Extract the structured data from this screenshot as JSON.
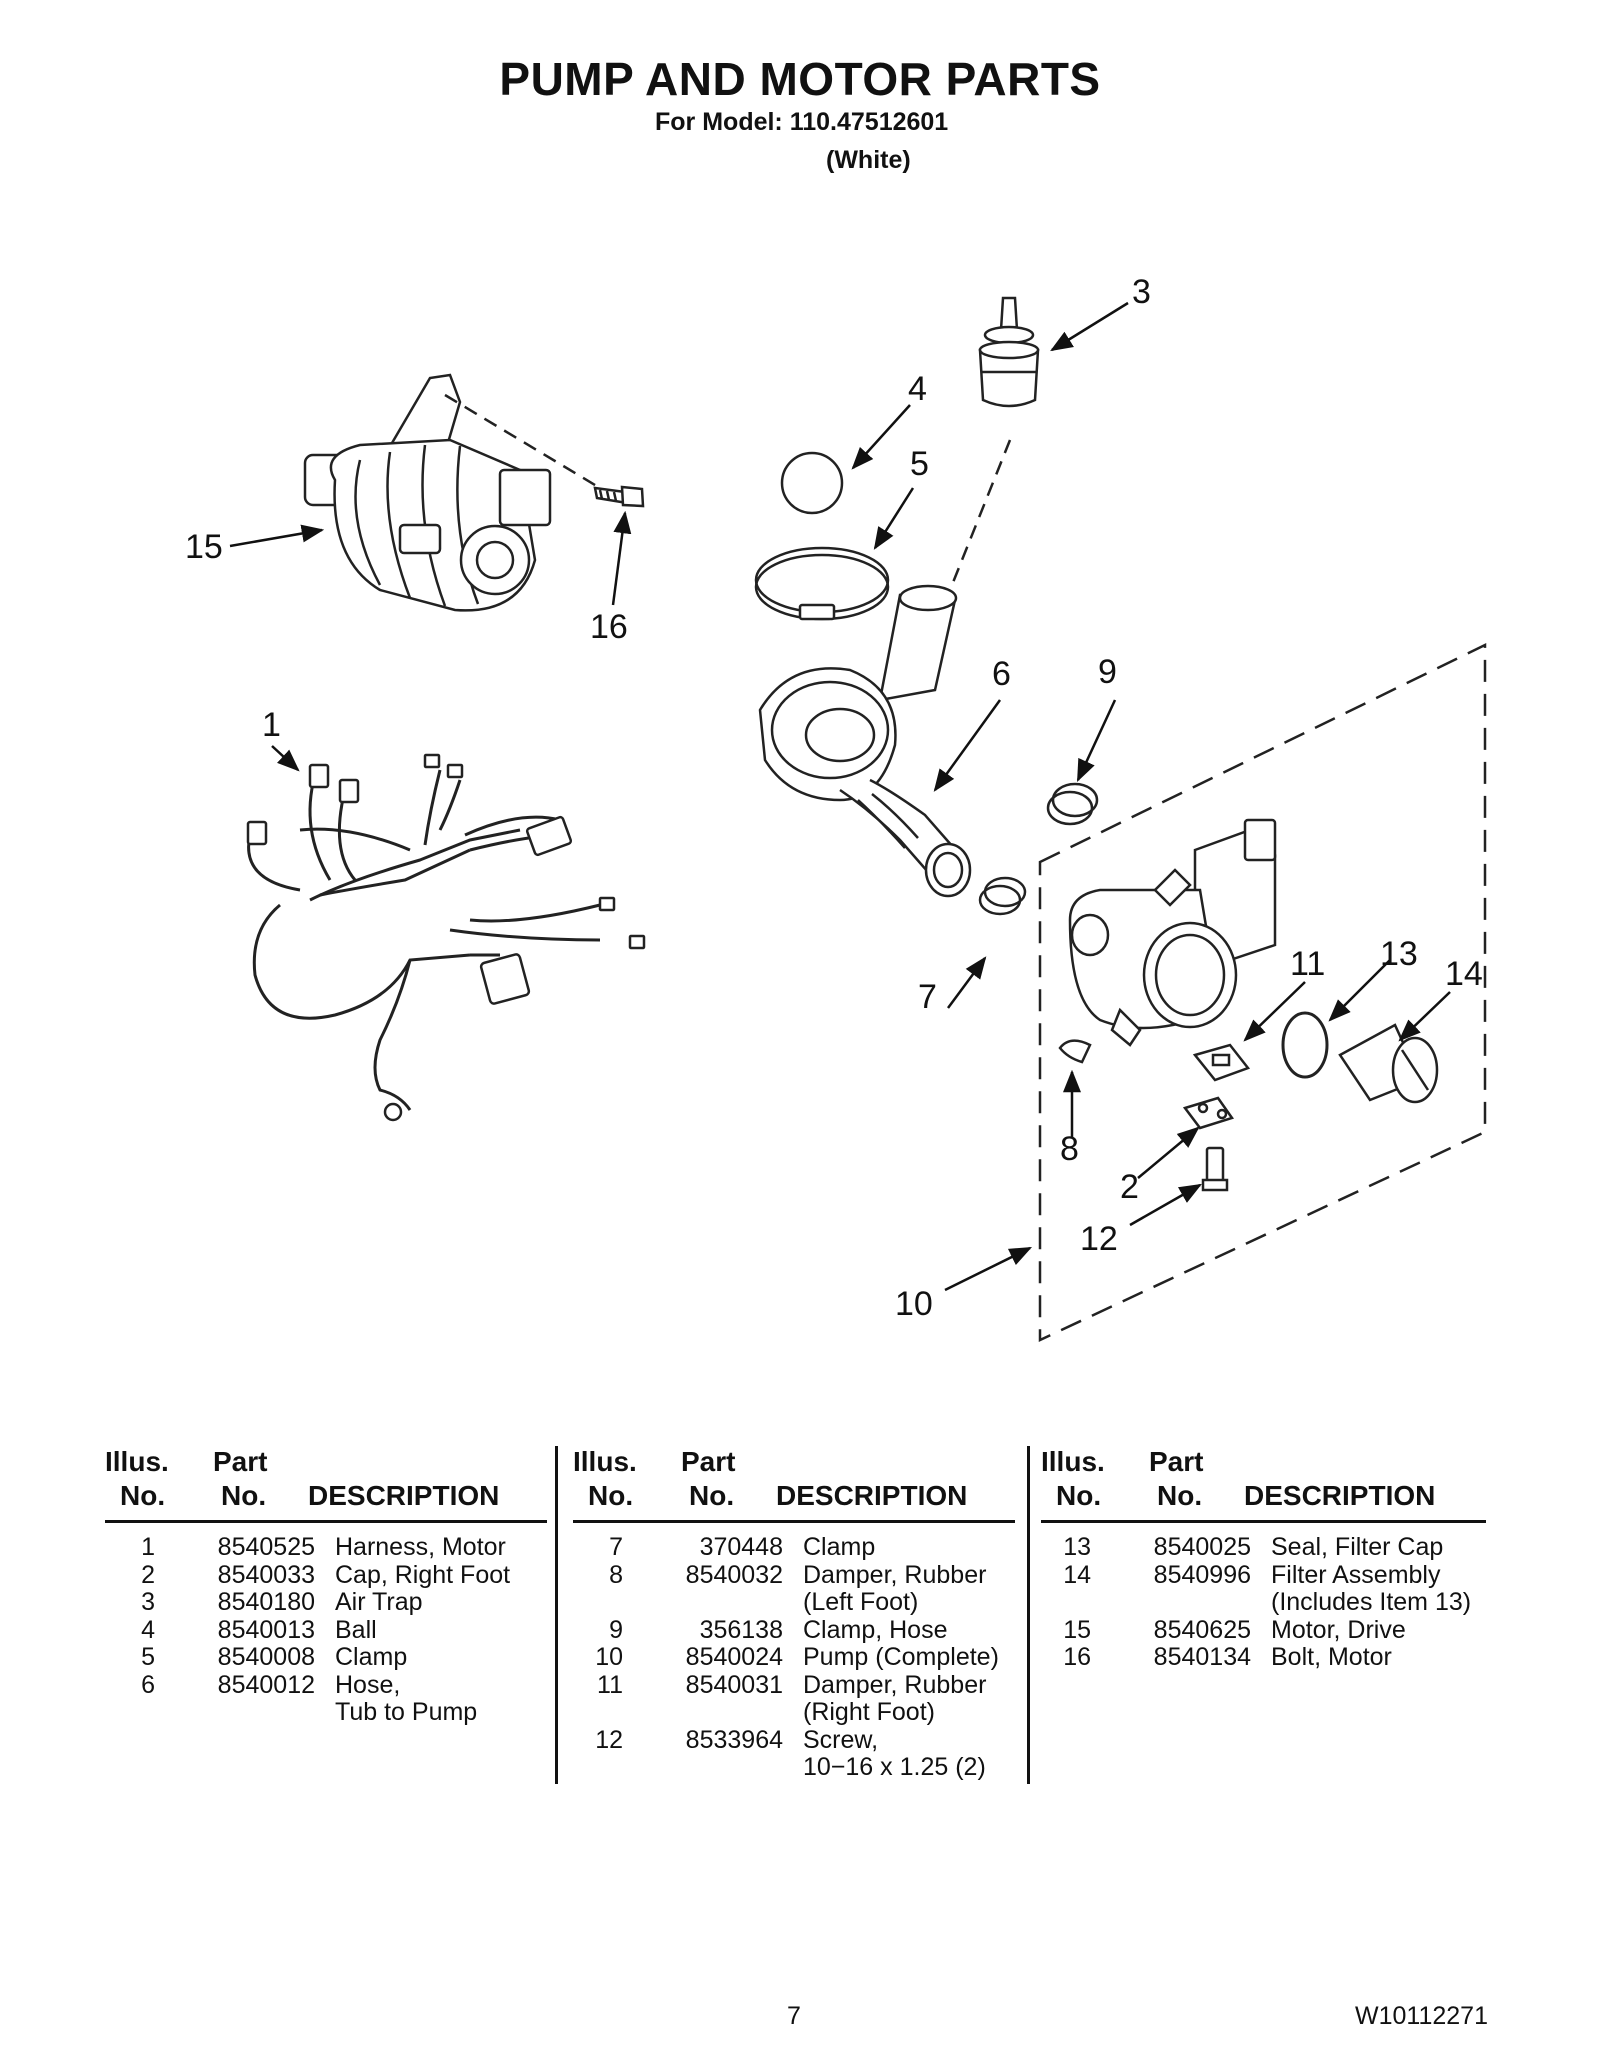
{
  "header": {
    "title": "PUMP AND MOTOR PARTS",
    "model_line": "For Model: 110.47512601",
    "color_line": "(White)"
  },
  "diagram": {
    "callouts": [
      "1",
      "2",
      "3",
      "4",
      "5",
      "6",
      "7",
      "8",
      "9",
      "10",
      "11",
      "12",
      "13",
      "14",
      "15",
      "16"
    ]
  },
  "table": {
    "headers": {
      "illus_1": "Illus.",
      "illus_2": "No.",
      "part_1": "Part",
      "part_2": "No.",
      "description": "DESCRIPTION"
    },
    "columns": [
      [
        {
          "illus": "1",
          "part": "8540525",
          "desc": "Harness, Motor"
        },
        {
          "illus": "2",
          "part": "8540033",
          "desc": "Cap, Right Foot"
        },
        {
          "illus": "3",
          "part": "8540180",
          "desc": "Air Trap"
        },
        {
          "illus": "4",
          "part": "8540013",
          "desc": "Ball"
        },
        {
          "illus": "5",
          "part": "8540008",
          "desc": "Clamp"
        },
        {
          "illus": "6",
          "part": "8540012",
          "desc": "Hose,\nTub to Pump"
        }
      ],
      [
        {
          "illus": "7",
          "part": "370448",
          "desc": "Clamp"
        },
        {
          "illus": "8",
          "part": "8540032",
          "desc": "Damper, Rubber\n(Left Foot)"
        },
        {
          "illus": "9",
          "part": "356138",
          "desc": "Clamp, Hose"
        },
        {
          "illus": "10",
          "part": "8540024",
          "desc": "Pump (Complete)"
        },
        {
          "illus": "11",
          "part": "8540031",
          "desc": "Damper, Rubber\n(Right Foot)"
        },
        {
          "illus": "12",
          "part": "8533964",
          "desc": "Screw,\n10−16 x 1.25 (2)"
        }
      ],
      [
        {
          "illus": "13",
          "part": "8540025",
          "desc": "Seal, Filter Cap"
        },
        {
          "illus": "14",
          "part": "8540996",
          "desc": "Filter Assembly\n(Includes Item 13)"
        },
        {
          "illus": "15",
          "part": "8540625",
          "desc": "Motor, Drive"
        },
        {
          "illus": "16",
          "part": "8540134",
          "desc": "Bolt, Motor"
        }
      ]
    ]
  },
  "footer": {
    "page_number": "7",
    "doc_number": "W10112271"
  }
}
